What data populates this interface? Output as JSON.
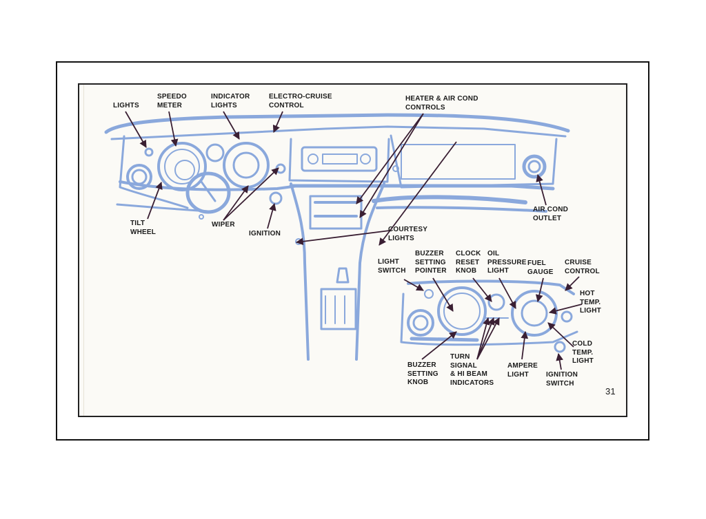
{
  "labels": {
    "lights": "LIGHTS",
    "speedometer": "SPEEDO\nMETER",
    "indicator_lights": "INDICATOR\nLIGHTS",
    "electro_cruise": "ELECTRO-CRUISE\nCONTROL",
    "heater_air": "HEATER & AIR COND\nCONTROLS",
    "tilt_wheel": "TILT\nWHEEL",
    "wiper": "WIPER",
    "ignition": "IGNITION",
    "air_cond_outlet": "AIR COND\nOUTLET",
    "courtesy_lights": "COURTESY\nLIGHTS",
    "light_switch": "LIGHT\nSWITCH",
    "buzzer_pointer": "BUZZER\nSETTING\nPOINTER",
    "clock_reset": "CLOCK\nRESET\nKNOB",
    "oil_pressure": "OIL\nPRESSURE\nLIGHT",
    "fuel_gauge": "FUEL\nGAUGE",
    "cruise_control": "CRUISE\nCONTROL",
    "hot_temp": "HOT\nTEMP.\nLIGHT",
    "cold_temp": "COLD\nTEMP.\nLIGHT",
    "buzzer_knob": "BUZZER\nSETTING\nKNOB",
    "turn_signal": "TURN\nSIGNAL\n& HI BEAM\nINDICATORS",
    "ampere_light": "AMPERE\nLIGHT",
    "ignition_switch": "IGNITION\nSWITCH"
  },
  "page_number": "31",
  "colors": {
    "drawing": "#8aa8dc",
    "drawing_dark": "#6f8fcc",
    "leader": "#3a1f33",
    "frame": "#111111"
  }
}
